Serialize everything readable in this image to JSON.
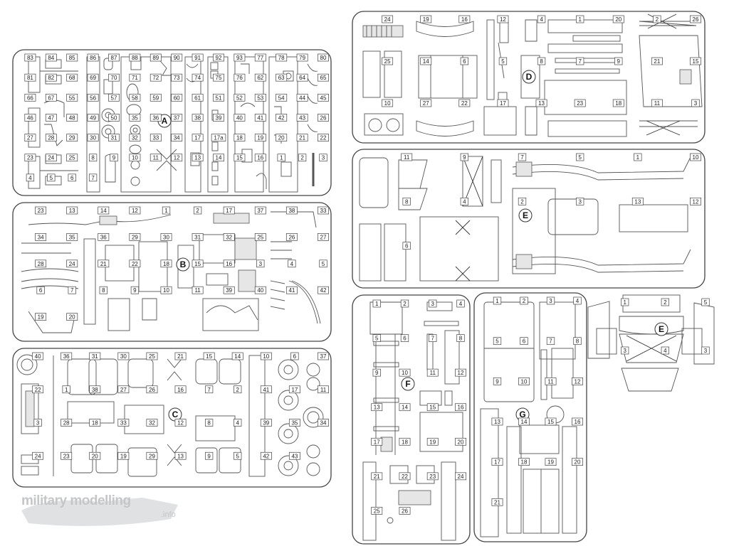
{
  "sprues": [
    {
      "id": "A",
      "numbers": [
        "83",
        "84",
        "85",
        "86",
        "87",
        "88",
        "89",
        "90",
        "91",
        "92",
        "93",
        "77",
        "78",
        "79",
        "80",
        "81",
        "82",
        "68",
        "69",
        "70",
        "71",
        "72",
        "73",
        "74",
        "75",
        "76",
        "62",
        "63",
        "64",
        "65",
        "66",
        "67",
        "55",
        "56",
        "57",
        "58",
        "59",
        "60",
        "61",
        "51",
        "52",
        "53",
        "54",
        "44",
        "45",
        "46",
        "47",
        "48",
        "49",
        "50",
        "35",
        "36",
        "37",
        "38",
        "39",
        "40",
        "41",
        "42",
        "43",
        "26",
        "27",
        "28",
        "29",
        "30",
        "31",
        "32",
        "33",
        "34",
        "17",
        "17a",
        "18",
        "19",
        "20",
        "21",
        "22",
        "23",
        "24",
        "25",
        "8",
        "9",
        "10",
        "11",
        "12",
        "13",
        "14",
        "15",
        "16",
        "1",
        "2",
        "3",
        "4",
        "5",
        "6",
        "7"
      ]
    },
    {
      "id": "B",
      "numbers": [
        "23",
        "13",
        "14",
        "12",
        "1",
        "2",
        "17",
        "37",
        "38",
        "33",
        "34",
        "35",
        "36",
        "29",
        "30",
        "31",
        "32",
        "25",
        "26",
        "27",
        "28",
        "24",
        "21",
        "22",
        "18",
        "15",
        "16",
        "3",
        "4",
        "5",
        "6",
        "7",
        "8",
        "9",
        "10",
        "11",
        "39",
        "40",
        "41",
        "42",
        "19",
        "20"
      ]
    },
    {
      "id": "C",
      "numbers": [
        "40",
        "36",
        "31",
        "30",
        "25",
        "21",
        "15",
        "14",
        "10",
        "6",
        "37",
        "22",
        "1",
        "38",
        "27",
        "26",
        "16",
        "7",
        "2",
        "41",
        "17",
        "11",
        "3",
        "28",
        "18",
        "33",
        "32",
        "12",
        "8",
        "4",
        "39",
        "35",
        "34",
        "24",
        "23",
        "20",
        "19",
        "29",
        "13",
        "9",
        "5",
        "42",
        "43"
      ]
    },
    {
      "id": "D",
      "numbers": [
        "24",
        "19",
        "16",
        "12",
        "4",
        "1",
        "20",
        "2",
        "26",
        "25",
        "14",
        "6",
        "5",
        "8",
        "7",
        "9",
        "21",
        "15",
        "10",
        "27",
        "22",
        "17",
        "13",
        "23",
        "18",
        "11",
        "3"
      ]
    },
    {
      "id": "E",
      "numbers": [
        "11",
        "9",
        "7",
        "5",
        "1",
        "10",
        "8",
        "4",
        "2",
        "3",
        "13",
        "12",
        "6"
      ]
    },
    {
      "id": "E",
      "numbers": [
        "1",
        "2",
        "5",
        "3",
        "4",
        "3"
      ]
    },
    {
      "id": "F",
      "numbers": [
        "1",
        "2",
        "3",
        "4",
        "5",
        "6",
        "7",
        "8",
        "9",
        "10",
        "11",
        "12",
        "13",
        "14",
        "15",
        "16",
        "17",
        "18",
        "19",
        "20",
        "21",
        "22",
        "23",
        "24",
        "25",
        "26"
      ]
    },
    {
      "id": "G",
      "numbers": [
        "1",
        "2",
        "3",
        "4",
        "5",
        "6",
        "7",
        "8",
        "9",
        "10",
        "11",
        "12",
        "13",
        "14",
        "15",
        "16",
        "17",
        "18",
        "19",
        "20",
        "21"
      ]
    }
  ],
  "watermark": {
    "main": "military modelling",
    "sub": ".info"
  }
}
